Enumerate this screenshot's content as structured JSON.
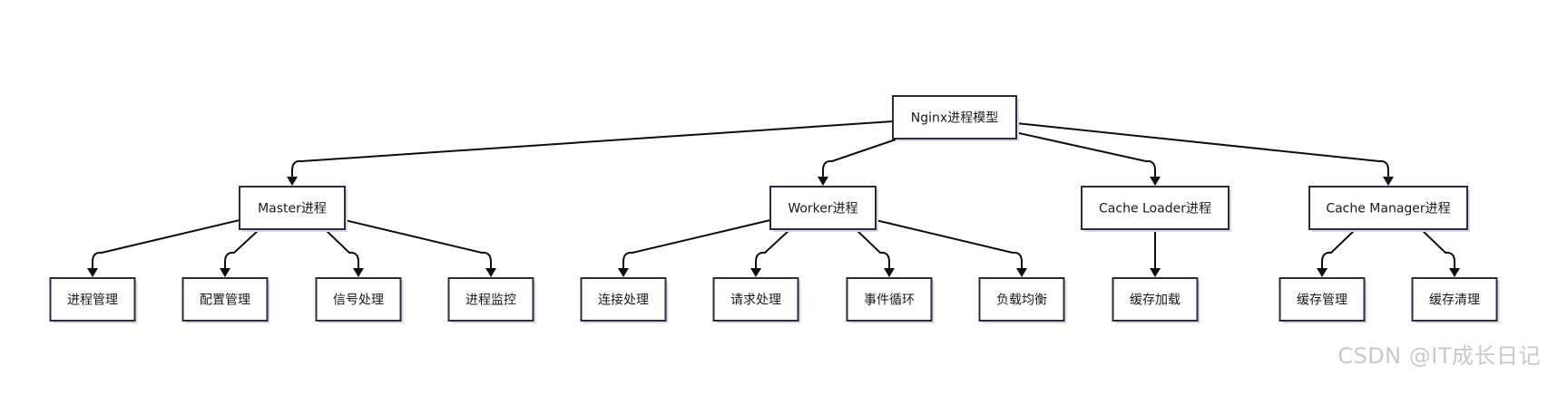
{
  "diagram": {
    "root": {
      "id": "root",
      "label": "Nginx进程模型"
    },
    "groups": [
      {
        "id": "master",
        "label": "Master进程",
        "children": [
          "进程管理",
          "配置管理",
          "信号处理",
          "进程监控"
        ]
      },
      {
        "id": "worker",
        "label": "Worker进程",
        "children": [
          "连接处理",
          "请求处理",
          "事件循环",
          "负载均衡"
        ]
      },
      {
        "id": "cache-loader",
        "label": "Cache Loader进程",
        "children": [
          "缓存加载"
        ]
      },
      {
        "id": "cache-manager",
        "label": "Cache Manager进程",
        "children": [
          "缓存管理",
          "缓存清理"
        ]
      }
    ]
  },
  "watermark": {
    "text": "CSDN @IT成长日记"
  },
  "colors": {
    "node_border": "#2b2b45",
    "node_fill": "#ffffff",
    "edge": "#0d0d0d",
    "watermark": "#c9c9c9"
  }
}
